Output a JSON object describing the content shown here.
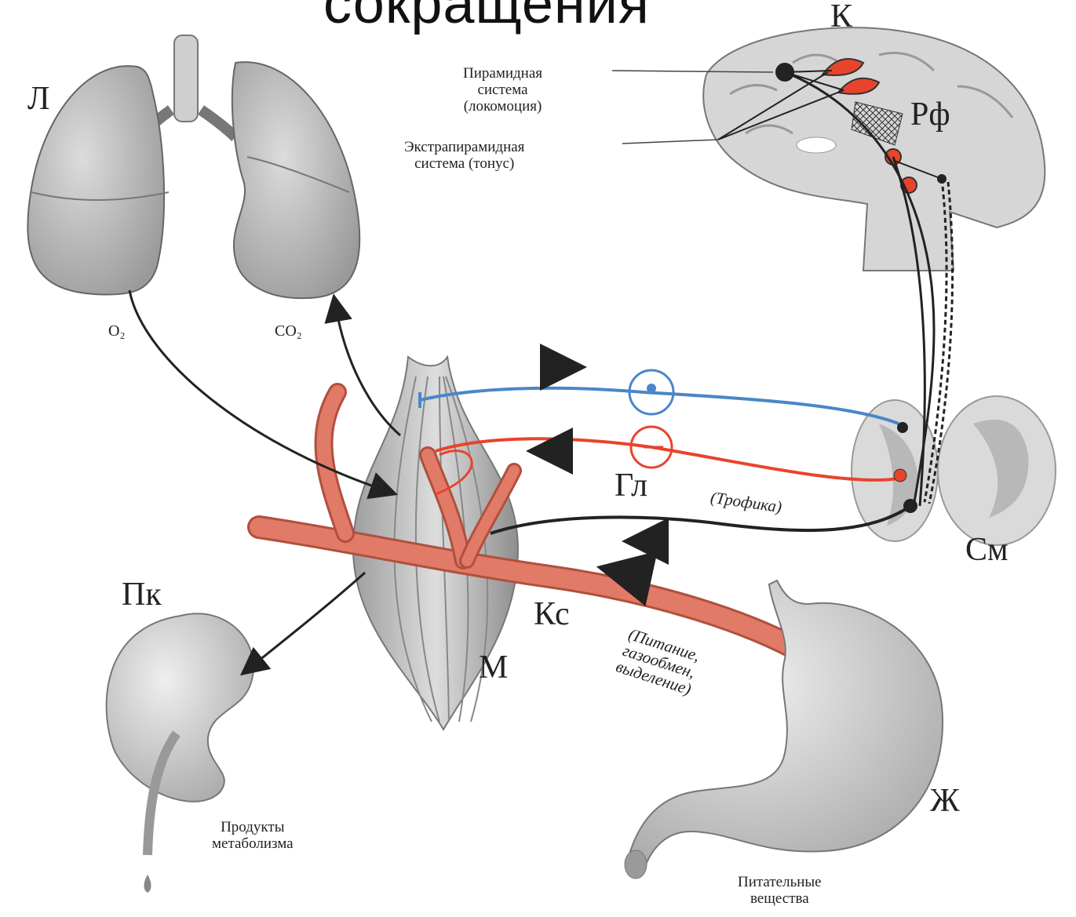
{
  "title": "сокращения",
  "labels": {
    "lungs": "Л",
    "cortex": "К",
    "reticular": "Рф",
    "ganglion": "Гл",
    "spinal_cord": "См",
    "blood_vessels": "Кс",
    "muscle": "М",
    "kidney": "Пк",
    "stomach": "Ж",
    "o2": "O₂",
    "co2": "CO₂"
  },
  "annotations": {
    "pyramidal_1": "Пирамидная",
    "pyramidal_2": "система",
    "pyramidal_3": "(локомоция)",
    "extrapyramidal_1": "Экстрапирамидная",
    "extrapyramidal_2": "система (тонус)",
    "trophic": "(Трофика)",
    "nutrition_1": "(Питание,",
    "nutrition_2": "газообмен,",
    "nutrition_3": "выделение)",
    "metabolism_1": "Продукты",
    "metabolism_2": "метаболизма",
    "nutrients_1": "Питательные",
    "nutrients_2": "вещества"
  },
  "colors": {
    "afferent": "#4a86c8",
    "efferent_sympathetic": "#e8442c",
    "motor": "#222222",
    "vessel": "#e27a68",
    "organ_gray": "#c9c9c9"
  }
}
